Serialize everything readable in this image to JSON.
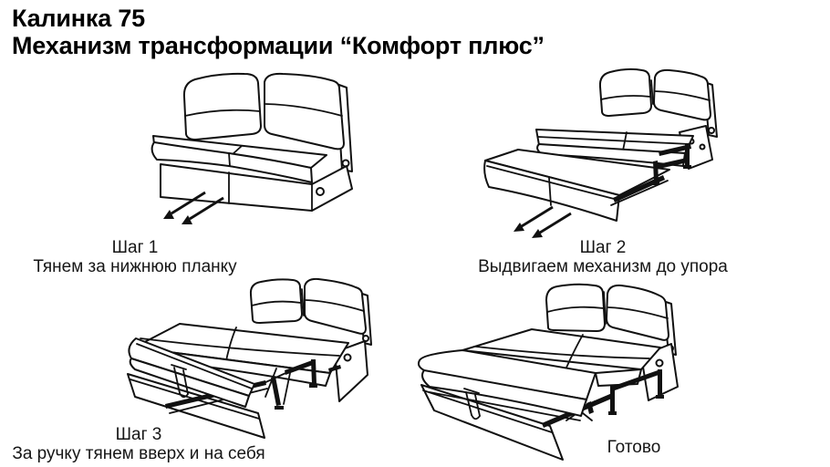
{
  "title": {
    "line1": "Калинка 75",
    "line2": "Механизм трансформации “Комфорт плюс”"
  },
  "steps": [
    {
      "label": "Шаг 1",
      "caption": "Тянем за нижнюю планку",
      "illustration": "sofa-closed-pull-bottom-plank"
    },
    {
      "label": "Шаг 2",
      "caption": "Выдвигаем механизм до упора",
      "illustration": "sofa-mechanism-pulled-out"
    },
    {
      "label": "Шаг 3",
      "caption": "За ручку тянем вверх и на себя",
      "illustration": "sofa-mattress-lifted-by-strap"
    },
    {
      "label": "Готово",
      "illustration": "sofa-bed-fully-unfolded"
    }
  ],
  "colors": {
    "background": "#ffffff",
    "ink": "#111111"
  }
}
